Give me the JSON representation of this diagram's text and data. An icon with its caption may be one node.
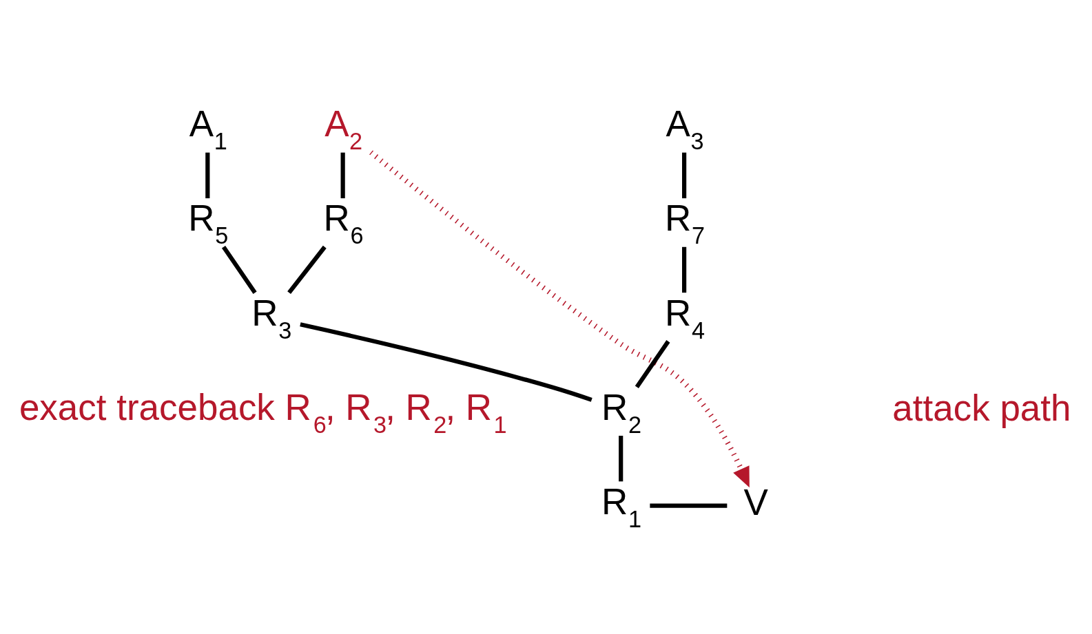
{
  "diagram": {
    "nodes": [
      {
        "text": [
          "A$_{1}$"
        ]
      },
      {
        "text": [
          "A$_{2}$"
        ]
      },
      {
        "text": [
          "A$_{3}$"
        ]
      },
      {
        "text": [
          "R$_{5}$"
        ]
      },
      {
        "text": [
          "R$_{6}$"
        ]
      },
      {
        "text": [
          "R$_{7}$"
        ]
      },
      {
        "text": [
          "R$_{3}$"
        ]
      },
      {
        "text": [
          "R$_{4}$"
        ]
      },
      {
        "text": [
          "R$_{2}$"
        ]
      },
      {
        "text": [
          "R$_{1}$"
        ]
      },
      {
        "text": [
          "V"
        ]
      }
    ],
    "edges": [
      {
        "from": 0,
        "to": 3,
        "arrow": "none"
      },
      {
        "from": 1,
        "to": 4,
        "arrow": "none"
      },
      {
        "from": 2,
        "to": 5,
        "arrow": "none"
      },
      {
        "from": 3,
        "to": 6,
        "arrow": "none"
      },
      {
        "from": 4,
        "to": 6,
        "arrow": "none"
      },
      {
        "from": 5,
        "to": 7,
        "arrow": "none"
      },
      {
        "from": 6,
        "to": 8,
        "arrow": "none"
      },
      {
        "from": 7,
        "to": 8,
        "arrow": "none"
      },
      {
        "from": 8,
        "to": 9,
        "arrow": "none"
      },
      {
        "from": 9,
        "to": 10,
        "arrow": "none"
      },
      {
        "from": 1,
        "to": 10,
        "arrow": "to",
        "style": "dashed",
        "color": "#b5182b"
      }
    ],
    "labels": [
      "exact traceback R$_{6}$, R$_{3}$, R$_{2}$, R$_{1}$",
      "attack path"
    ]
  }
}
